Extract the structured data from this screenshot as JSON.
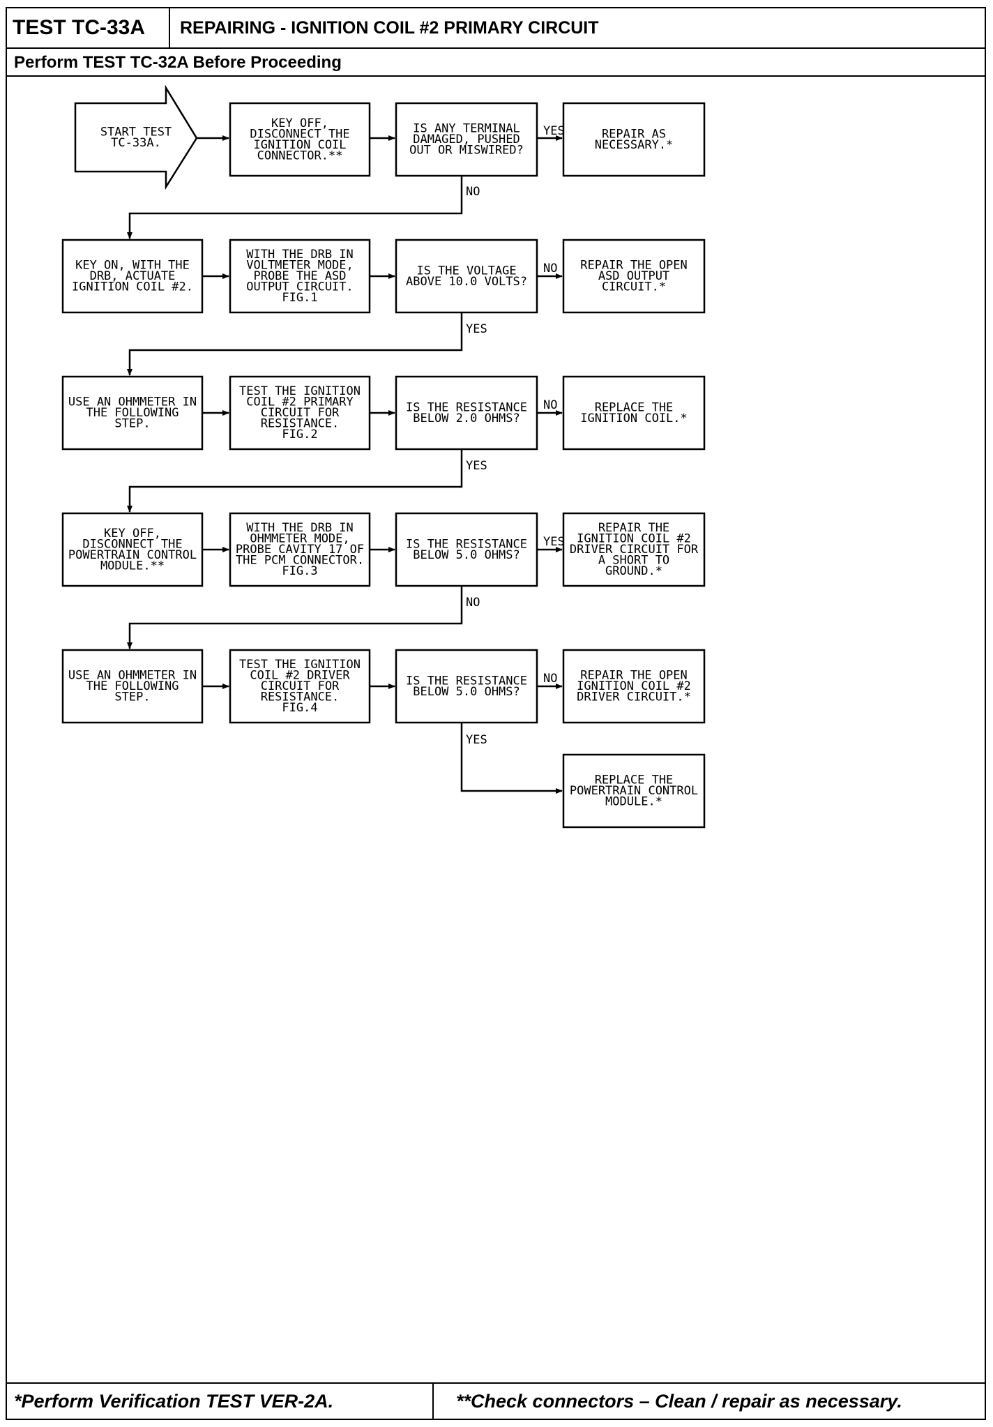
{
  "header": {
    "test_id": "TEST TC-33A",
    "title": "REPAIRING - IGNITION COIL #2 PRIMARY CIRCUIT",
    "prerequisite": "Perform TEST TC-32A Before Proceeding"
  },
  "flow": {
    "row1": {
      "start": [
        "START TEST",
        "TC-33A."
      ],
      "action": [
        "KEY OFF,",
        "DISCONNECT THE",
        "IGNITION COIL",
        "CONNECTOR.**"
      ],
      "question": [
        "IS ANY TERMINAL",
        "DAMAGED, PUSHED",
        "OUT OR MISWIRED?"
      ],
      "result": [
        "REPAIR AS",
        "NECESSARY.*"
      ],
      "yes_label": "YES",
      "no_label": "NO"
    },
    "row2": {
      "prep": [
        "KEY ON, WITH THE",
        "DRB, ACTUATE",
        "IGNITION COIL #2."
      ],
      "action": [
        "WITH THE DRB IN",
        "VOLTMETER MODE,",
        "PROBE THE ASD",
        "OUTPUT CIRCUIT.",
        "FIG.1"
      ],
      "question": [
        "IS THE VOLTAGE",
        "ABOVE 10.0 VOLTS?"
      ],
      "result": [
        "REPAIR THE OPEN",
        "ASD OUTPUT",
        "CIRCUIT.*"
      ],
      "no_label": "NO",
      "yes_label": "YES"
    },
    "row3": {
      "prep": [
        "USE AN OHMMETER IN",
        "THE FOLLOWING",
        "STEP."
      ],
      "action": [
        "TEST THE IGNITION",
        "COIL #2 PRIMARY",
        "CIRCUIT FOR",
        "RESISTANCE.",
        "FIG.2"
      ],
      "question": [
        "IS THE RESISTANCE",
        "BELOW 2.0 OHMS?"
      ],
      "result": [
        "REPLACE THE",
        "IGNITION COIL.*"
      ],
      "no_label": "NO",
      "yes_label": "YES"
    },
    "row4": {
      "prep": [
        "KEY OFF,",
        "DISCONNECT THE",
        "POWERTRAIN CONTROL",
        "MODULE.**"
      ],
      "action": [
        "WITH THE DRB IN",
        "OHMMETER MODE,",
        "PROBE CAVITY 17 OF",
        "THE PCM CONNECTOR.",
        "FIG.3"
      ],
      "question": [
        "IS THE RESISTANCE",
        "BELOW 5.0 OHMS?"
      ],
      "result": [
        "REPAIR THE",
        "IGNITION COIL #2",
        "DRIVER CIRCUIT FOR",
        "A SHORT TO",
        "GROUND.*"
      ],
      "yes_label": "YES",
      "no_label": "NO"
    },
    "row5": {
      "prep": [
        "USE AN OHMMETER IN",
        "THE FOLLOWING",
        "STEP."
      ],
      "action": [
        "TEST THE IGNITION",
        "COIL #2 DRIVER",
        "CIRCUIT FOR",
        "RESISTANCE.",
        "FIG.4"
      ],
      "question": [
        "IS THE RESISTANCE",
        "BELOW 5.0 OHMS?"
      ],
      "result": [
        "REPAIR THE OPEN",
        "IGNITION COIL #2",
        "DRIVER CIRCUIT.*"
      ],
      "no_label": "NO",
      "yes_label": "YES"
    },
    "final": [
      "REPLACE THE",
      "POWERTRAIN CONTROL",
      "MODULE.*"
    ]
  },
  "footer": {
    "note_single": "*Perform Verification TEST VER-2A.",
    "note_double": "**Check connectors – Clean / repair as necessary."
  }
}
